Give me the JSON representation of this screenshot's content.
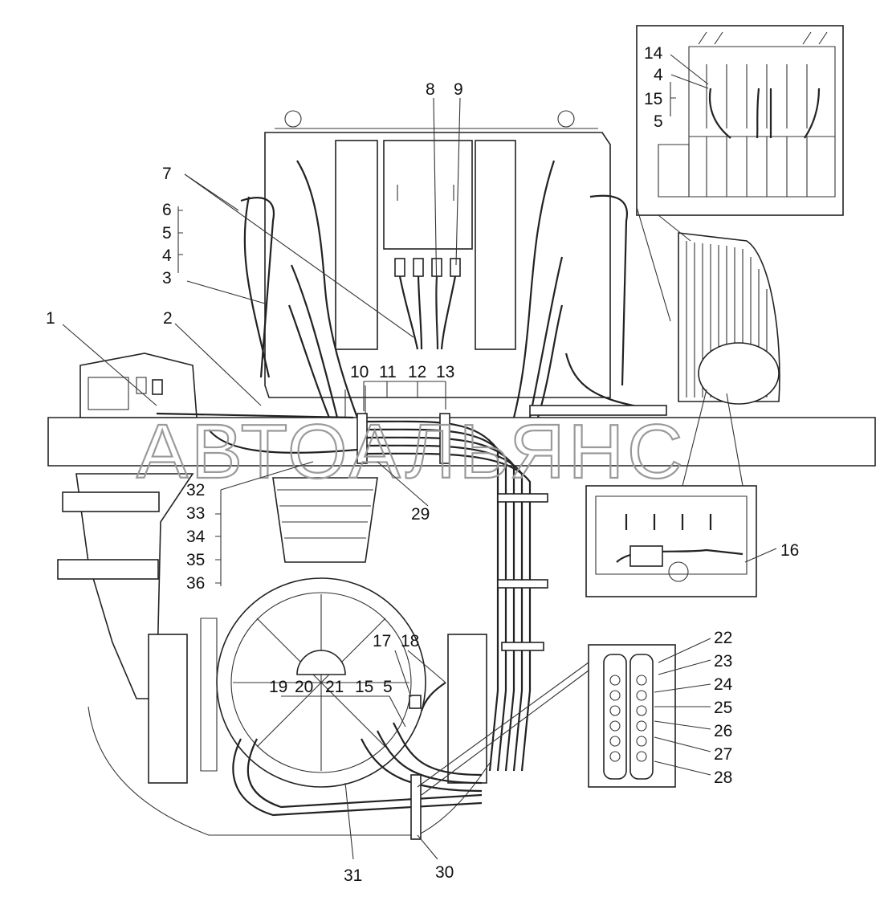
{
  "watermark": "АВТОАЛЬЯНС",
  "callouts": [
    "1",
    "2",
    "3",
    "4",
    "5",
    "6",
    "7",
    "8",
    "9",
    "10",
    "11",
    "12",
    "13",
    "14",
    "4",
    "15",
    "5",
    "16",
    "17",
    "18",
    "19",
    "20",
    "21",
    "15",
    "5",
    "22",
    "23",
    "24",
    "25",
    "26",
    "27",
    "28",
    "29",
    "30",
    "31",
    "32",
    "33",
    "34",
    "35",
    "36"
  ]
}
